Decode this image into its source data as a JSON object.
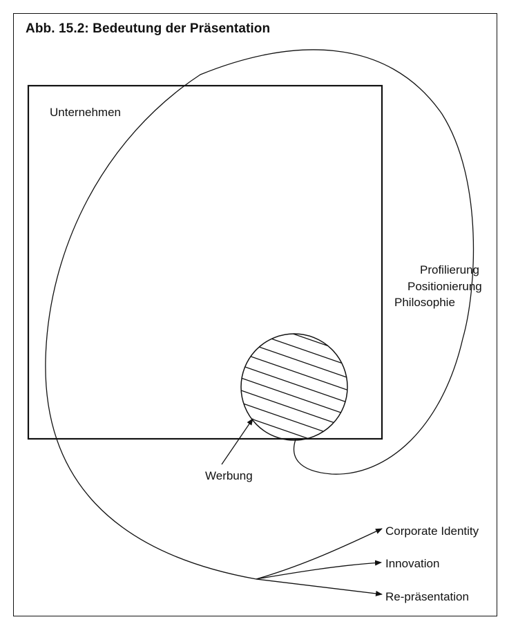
{
  "figure": {
    "title": "Abb. 15.2: Bedeutung der Präsentation"
  },
  "labels": {
    "company": "Unternehmen",
    "profiling": "Profilierung",
    "positioning": "Positionierung",
    "philosophy": "Philosophie",
    "advertising": "Werbung",
    "corporate_identity": "Corporate Identity",
    "innovation": "Innovation",
    "representation": "Re-präsentation"
  }
}
